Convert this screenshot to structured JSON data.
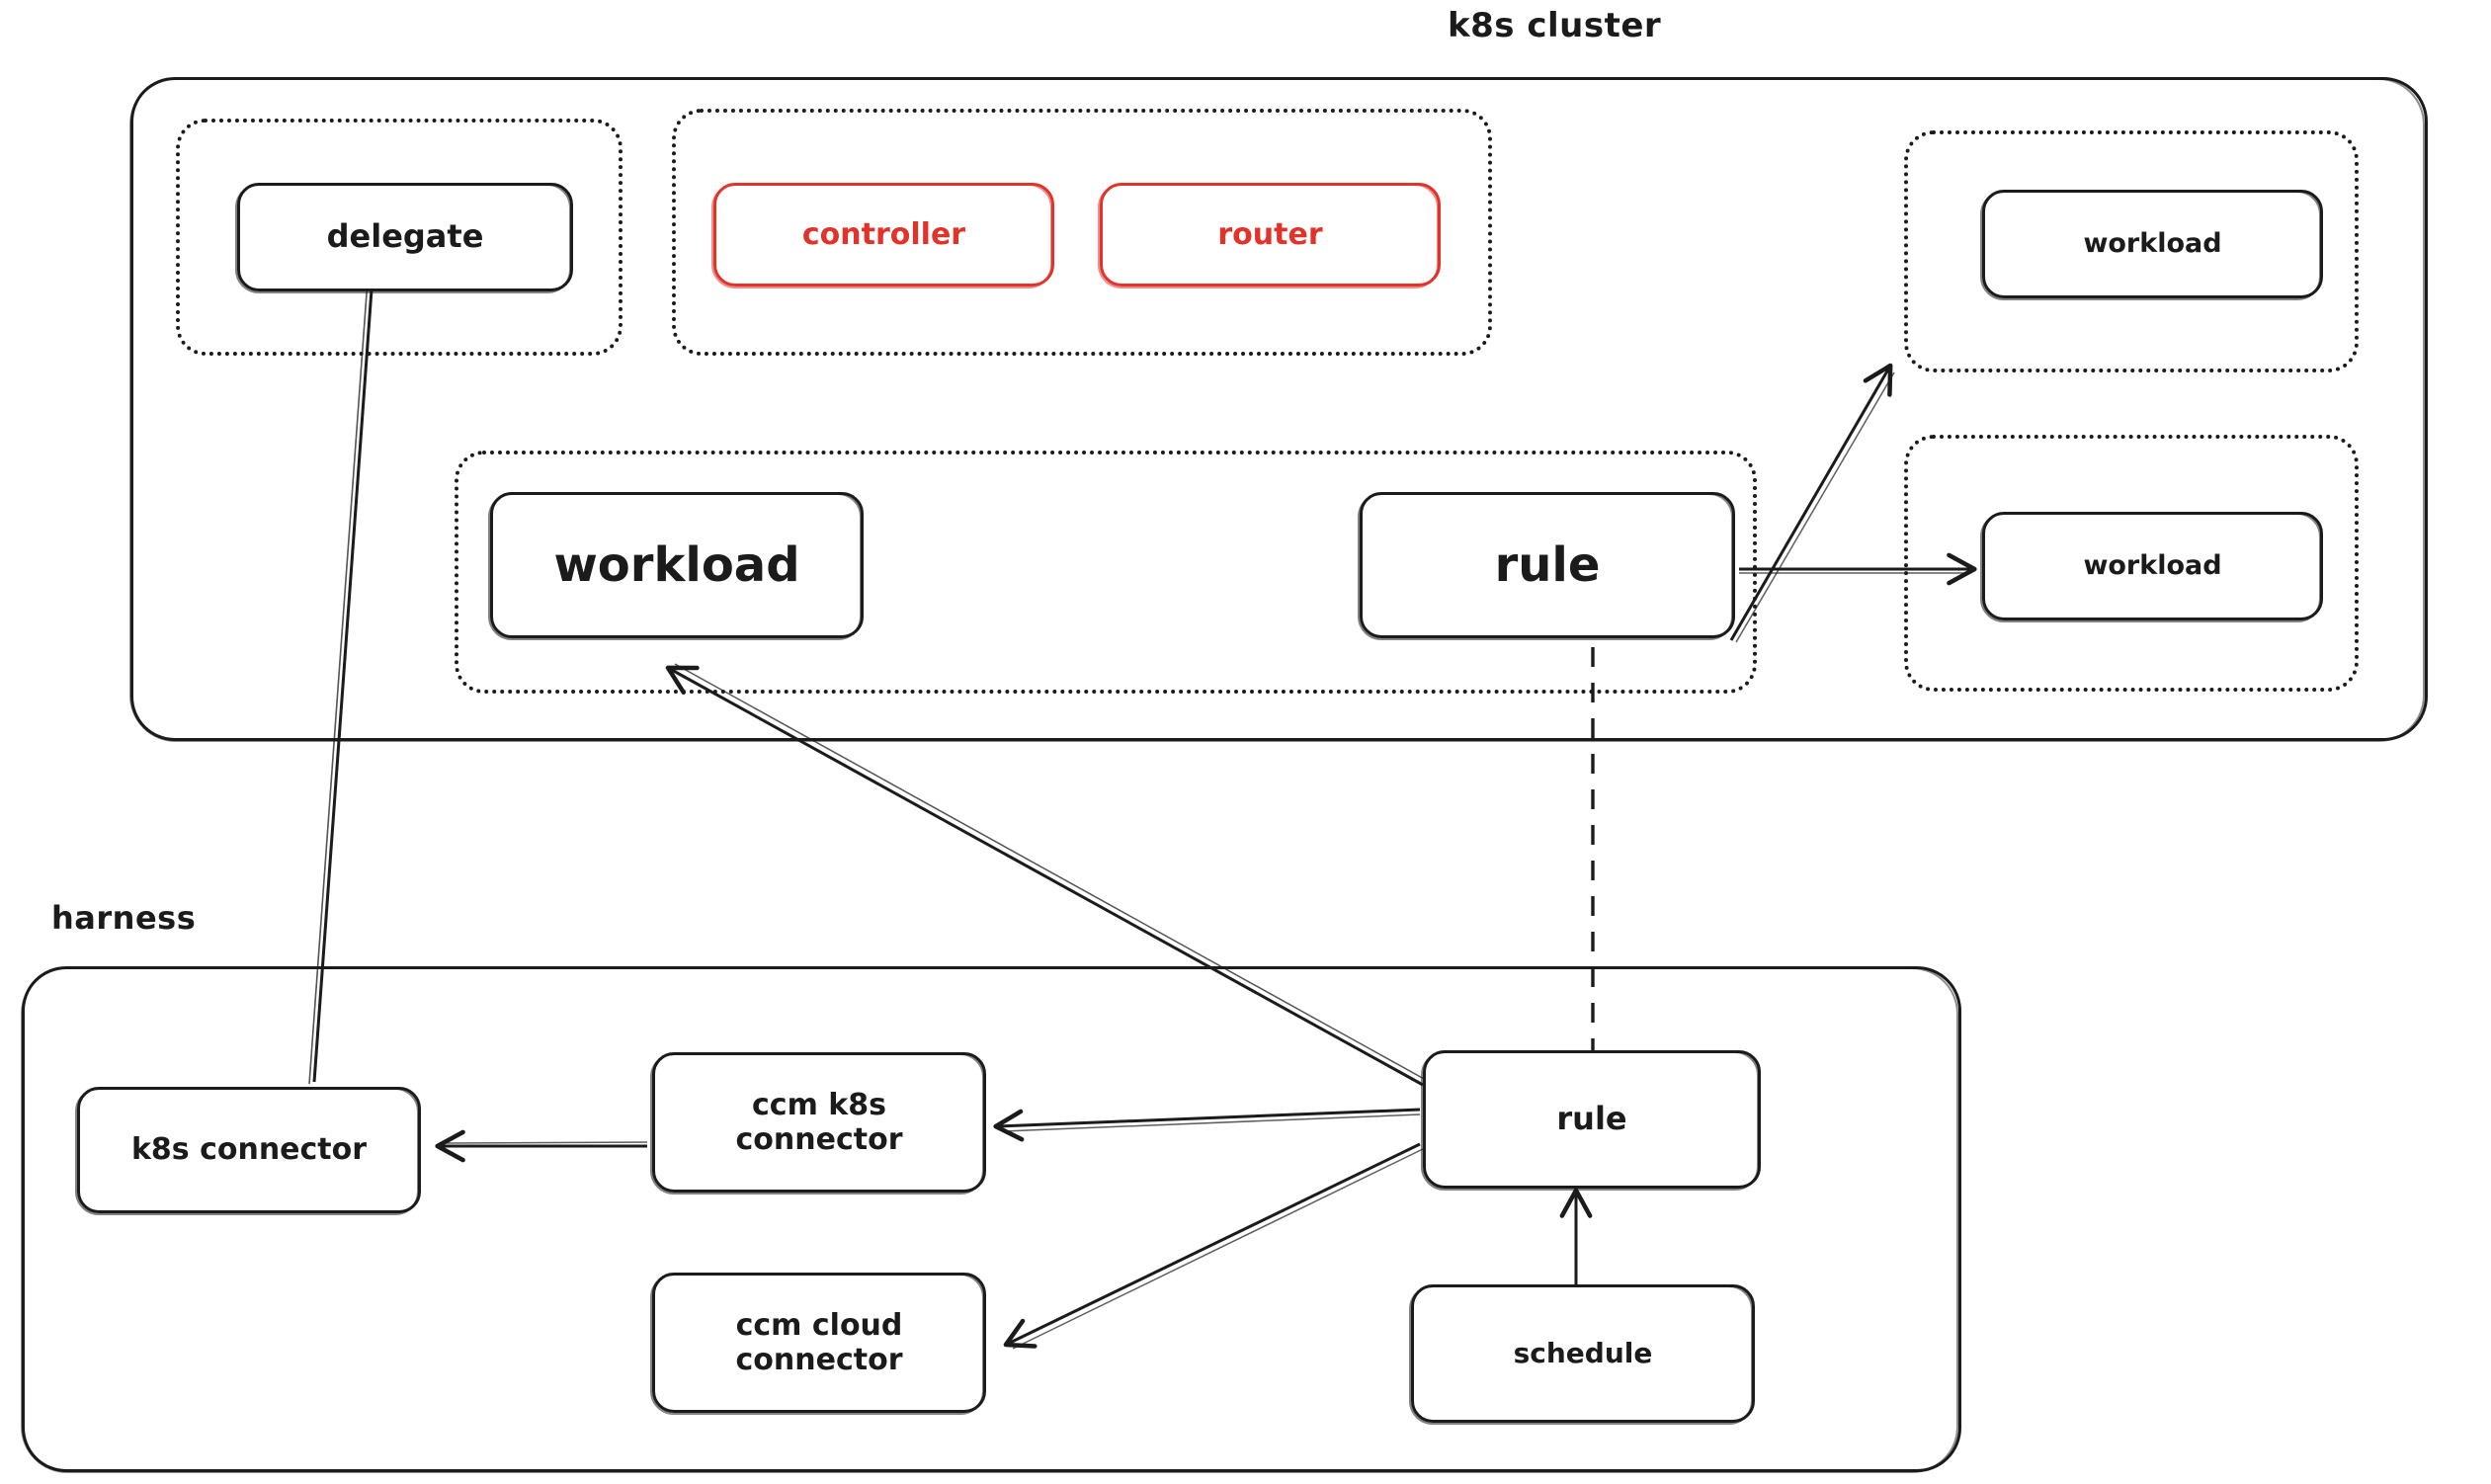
{
  "diagram": {
    "title_top": "k8s cluster",
    "title_bottom": "harness",
    "accent_red": "#e2332b",
    "ink": "#1b1b1b",
    "background": "#ffffff"
  },
  "k8s_cluster": {
    "label": "k8s cluster",
    "groups": {
      "delegate_group": {
        "nodes": [
          {
            "label": "delegate"
          }
        ]
      },
      "control_group": {
        "nodes": [
          {
            "label": "controller",
            "color": "#e2332b"
          },
          {
            "label": "router",
            "color": "#e2332b"
          }
        ]
      },
      "workload_group_top_right": {
        "nodes": [
          {
            "label": "workload"
          }
        ]
      },
      "workload_group_bottom_right": {
        "nodes": [
          {
            "label": "workload"
          }
        ]
      },
      "middle_group": {
        "nodes": [
          {
            "label": "workload"
          },
          {
            "label": "rule"
          }
        ]
      }
    }
  },
  "harness": {
    "label": "harness",
    "nodes": [
      {
        "label": "k8s connector"
      },
      {
        "label": "ccm k8s\nconnector",
        "line1": "ccm k8s",
        "line2": "connector"
      },
      {
        "label": "ccm cloud\nconnector",
        "line1": "ccm cloud",
        "line2": "connector"
      },
      {
        "label": "rule"
      },
      {
        "label": "schedule"
      }
    ]
  },
  "edges": [
    {
      "from": "k8s connector",
      "to": "delegate",
      "style": "solid-arrow"
    },
    {
      "from": "ccm k8s connector",
      "to": "k8s connector",
      "style": "solid-arrow"
    },
    {
      "from": "harness rule",
      "to": "ccm k8s connector",
      "style": "solid-arrow"
    },
    {
      "from": "harness rule",
      "to": "ccm cloud connector",
      "style": "solid-arrow"
    },
    {
      "from": "harness rule",
      "to": "cluster workload",
      "style": "solid-arrow"
    },
    {
      "from": "schedule",
      "to": "harness rule",
      "style": "solid-arrow"
    },
    {
      "from": "cluster rule",
      "to": "harness rule",
      "style": "dashed"
    },
    {
      "from": "cluster rule",
      "to": "workload top right",
      "style": "solid-arrow"
    },
    {
      "from": "cluster rule",
      "to": "workload bottom right",
      "style": "solid-arrow"
    }
  ]
}
